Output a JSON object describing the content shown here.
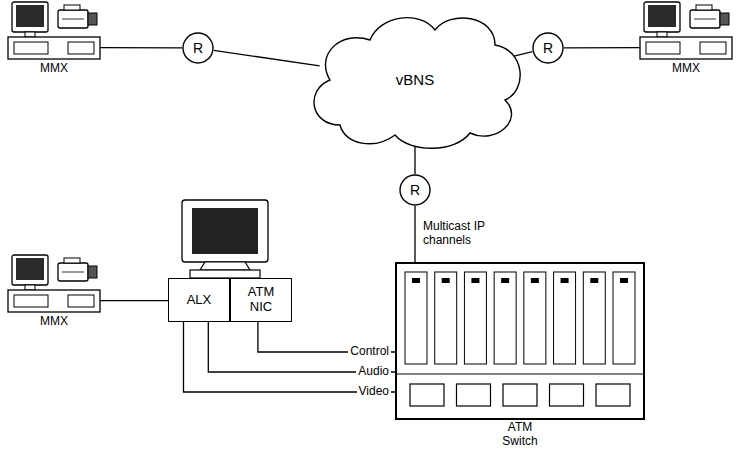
{
  "diagram": {
    "nodes": [
      {
        "text": [
          "MMX"
        ]
      },
      {
        "text": [
          "R"
        ]
      },
      {
        "text": [
          "vBNS"
        ]
      },
      {
        "text": [
          "R"
        ]
      },
      {
        "text": [
          "MMX"
        ]
      },
      {
        "text": [
          "R"
        ]
      },
      {
        "text": [
          "MMX"
        ]
      },
      {
        "text": [
          "ALX"
        ]
      },
      {
        "text": [
          "ATM NIC"
        ]
      },
      {
        "text": [
          "ATM Switch"
        ]
      }
    ],
    "edges": [
      {
        "from": 0,
        "to": 1,
        "arrow": "none"
      },
      {
        "from": 1,
        "to": 2,
        "arrow": "none"
      },
      {
        "from": 2,
        "to": 3,
        "arrow": "none"
      },
      {
        "from": 3,
        "to": 4,
        "arrow": "none"
      },
      {
        "from": 2,
        "to": 5,
        "arrow": "none"
      },
      {
        "from": 5,
        "to": 9,
        "label": "Multicast IP channels",
        "arrow": "none"
      },
      {
        "from": 6,
        "to": 7,
        "arrow": "none"
      },
      {
        "from": 8,
        "to": 9,
        "label": "Control",
        "arrow": "none"
      },
      {
        "from": 7,
        "to": 9,
        "label": "Audio",
        "arrow": "none"
      },
      {
        "from": 7,
        "to": 9,
        "label": "Video",
        "arrow": "none"
      }
    ]
  }
}
